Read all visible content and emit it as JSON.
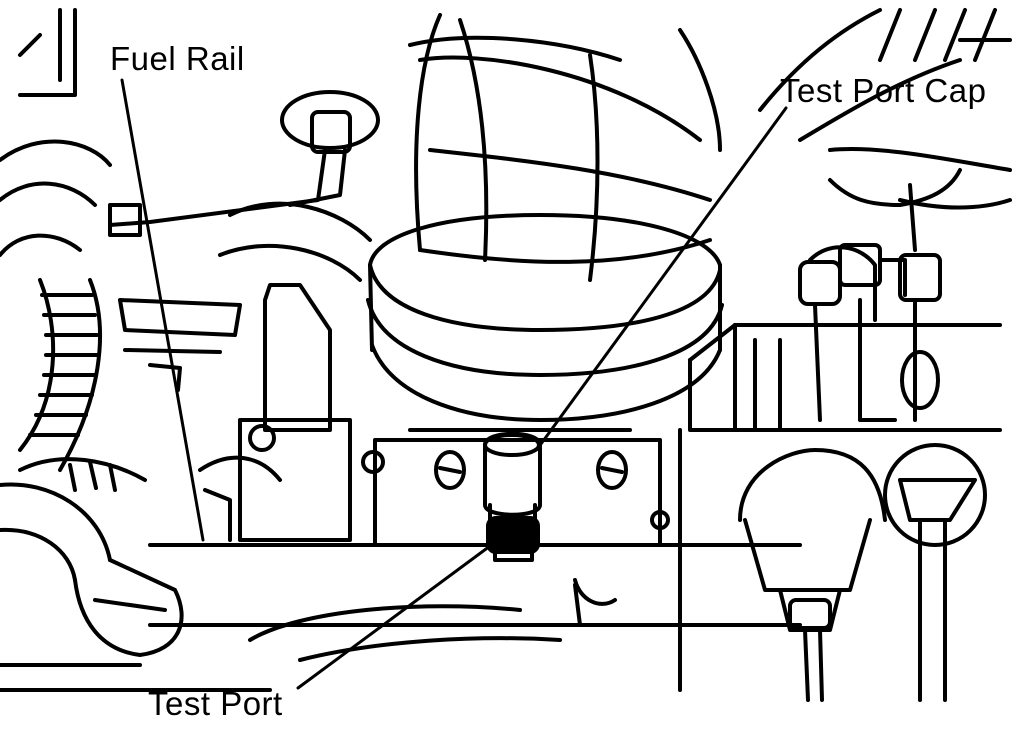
{
  "labels": {
    "fuel_rail": "Fuel Rail",
    "test_port_cap": "Test Port Cap",
    "test_port": "Test Port"
  },
  "colors": {
    "ink": "#000000",
    "paper": "#ffffff"
  }
}
